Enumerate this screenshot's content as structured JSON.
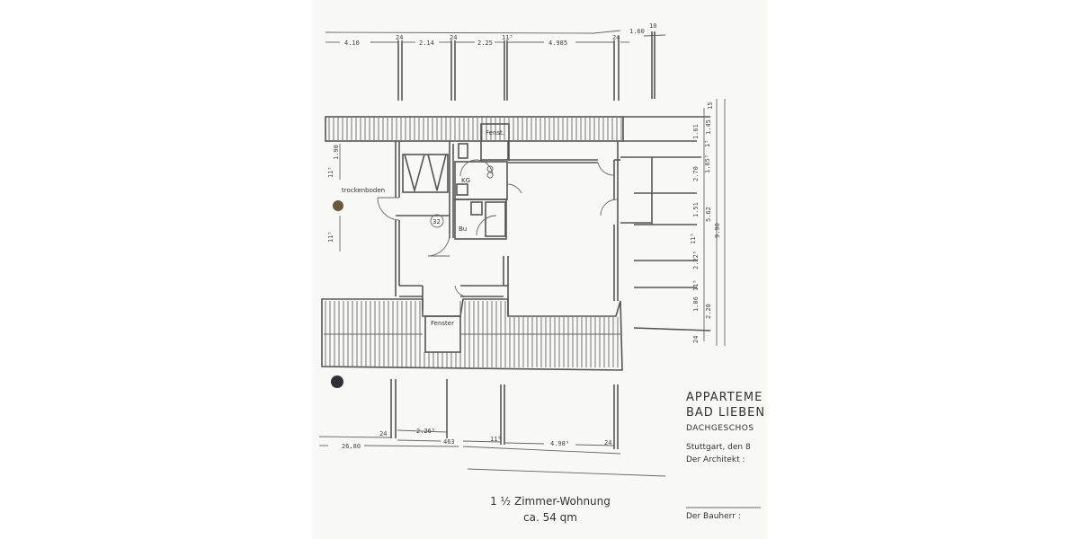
{
  "plan": {
    "top_dimensions": {
      "d1": "4.10",
      "d2": "2.14",
      "d3": "2.25",
      "d4": "4.985",
      "s1": "24",
      "s2": "24",
      "s3": "11⁵",
      "s4": "24",
      "d5": "1.60",
      "d6": "10"
    },
    "bottom_dimensions": {
      "total": "26.80",
      "d1": "2.26⁵",
      "d2": "463",
      "s1": "24",
      "s2": "11⁵",
      "d3": "4.98⁵",
      "s3": "24"
    },
    "left_dimensions": {
      "d1": "1.90",
      "s1": "11⁵",
      "s2": "11⁵"
    },
    "right_dimensions": [
      "15",
      "1.61",
      "1.45",
      "2.70",
      "1.65⁵",
      "1⁵",
      "1.51",
      "5.62",
      "9.90",
      "11⁵",
      "2.22⁵",
      "11⁵",
      "1.06",
      "2.20",
      "24"
    ],
    "room_labels": {
      "drying_attic": "trockenboden",
      "window_top": "Fenst.",
      "window_bottom": "Fenster",
      "kitchen": "KG",
      "bath": "Bu",
      "unit_number": "32"
    }
  },
  "title_block": {
    "line1": "APPARTEME",
    "line2": "BAD LIEBEN",
    "line3": "DACHGESCHOS",
    "place_date": "Stuttgart, den 8",
    "architect": "Der Architekt :",
    "client": "Der Bauherr :"
  },
  "caption": {
    "unit": "1 ½ Zimmer-Wohnung",
    "area": "ca. 54 qm"
  },
  "colors": {
    "paper": "#f8f8f6",
    "ink": "#555555",
    "hole_brown": "#6b5a3a",
    "hole_dark": "#2e3236"
  }
}
